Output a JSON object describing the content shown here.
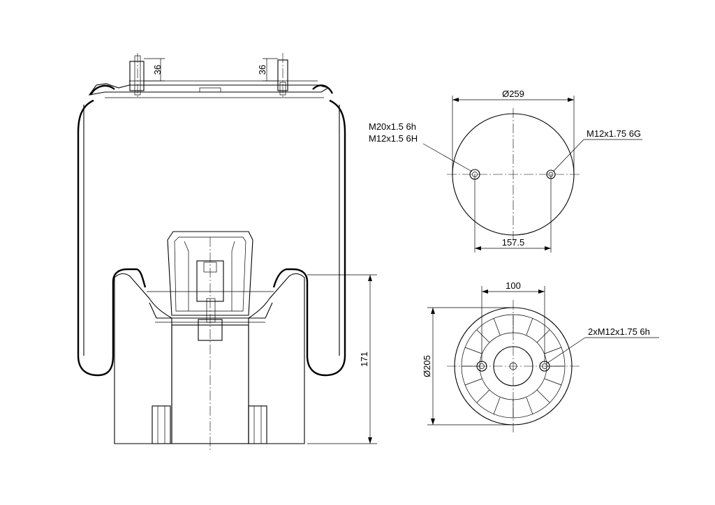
{
  "side_view": {
    "stud_height_left": "36",
    "stud_height_right": "36",
    "height_label": "171"
  },
  "top_view": {
    "diameter_label": "Ø259",
    "thread_left_line1": "M20x1.5 6h",
    "thread_left_line2": "M12x1.5 6H",
    "thread_right": "M12x1.75 6G",
    "spacing_label": "157.5"
  },
  "bottom_view": {
    "spacing_label": "100",
    "diameter_label": "Ø205",
    "thread_label": "2xM12x1.75 6h"
  }
}
